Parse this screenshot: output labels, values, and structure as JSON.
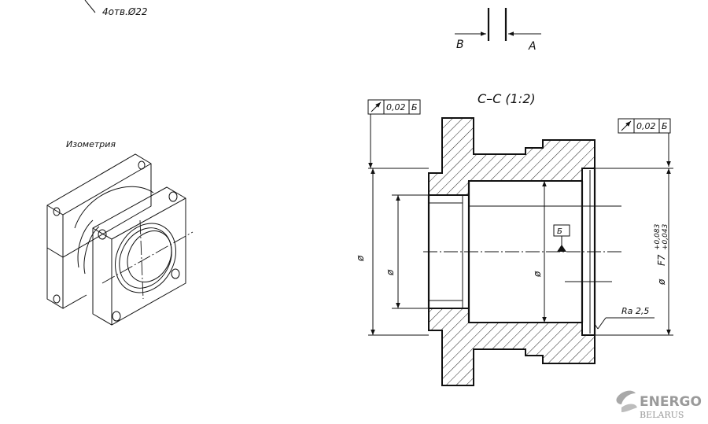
{
  "top_note": "4отв.Ø22",
  "view_arrows": {
    "left": "B",
    "right": "A"
  },
  "section_title": "С–С (1:2)",
  "isometric_label": "Изометрия",
  "tolerance_left": {
    "value": "0,02",
    "datum": "Б"
  },
  "tolerance_right": {
    "value": "0,02",
    "datum": "Б"
  },
  "datum_marker": "Б",
  "diameter_symbol": "ø",
  "fit": {
    "code": "F7",
    "upper": "+0,083",
    "lower": "+0,043"
  },
  "roughness": "Ra 2,5",
  "logo": {
    "main": "ENERGO",
    "sub": "BELARUS"
  }
}
